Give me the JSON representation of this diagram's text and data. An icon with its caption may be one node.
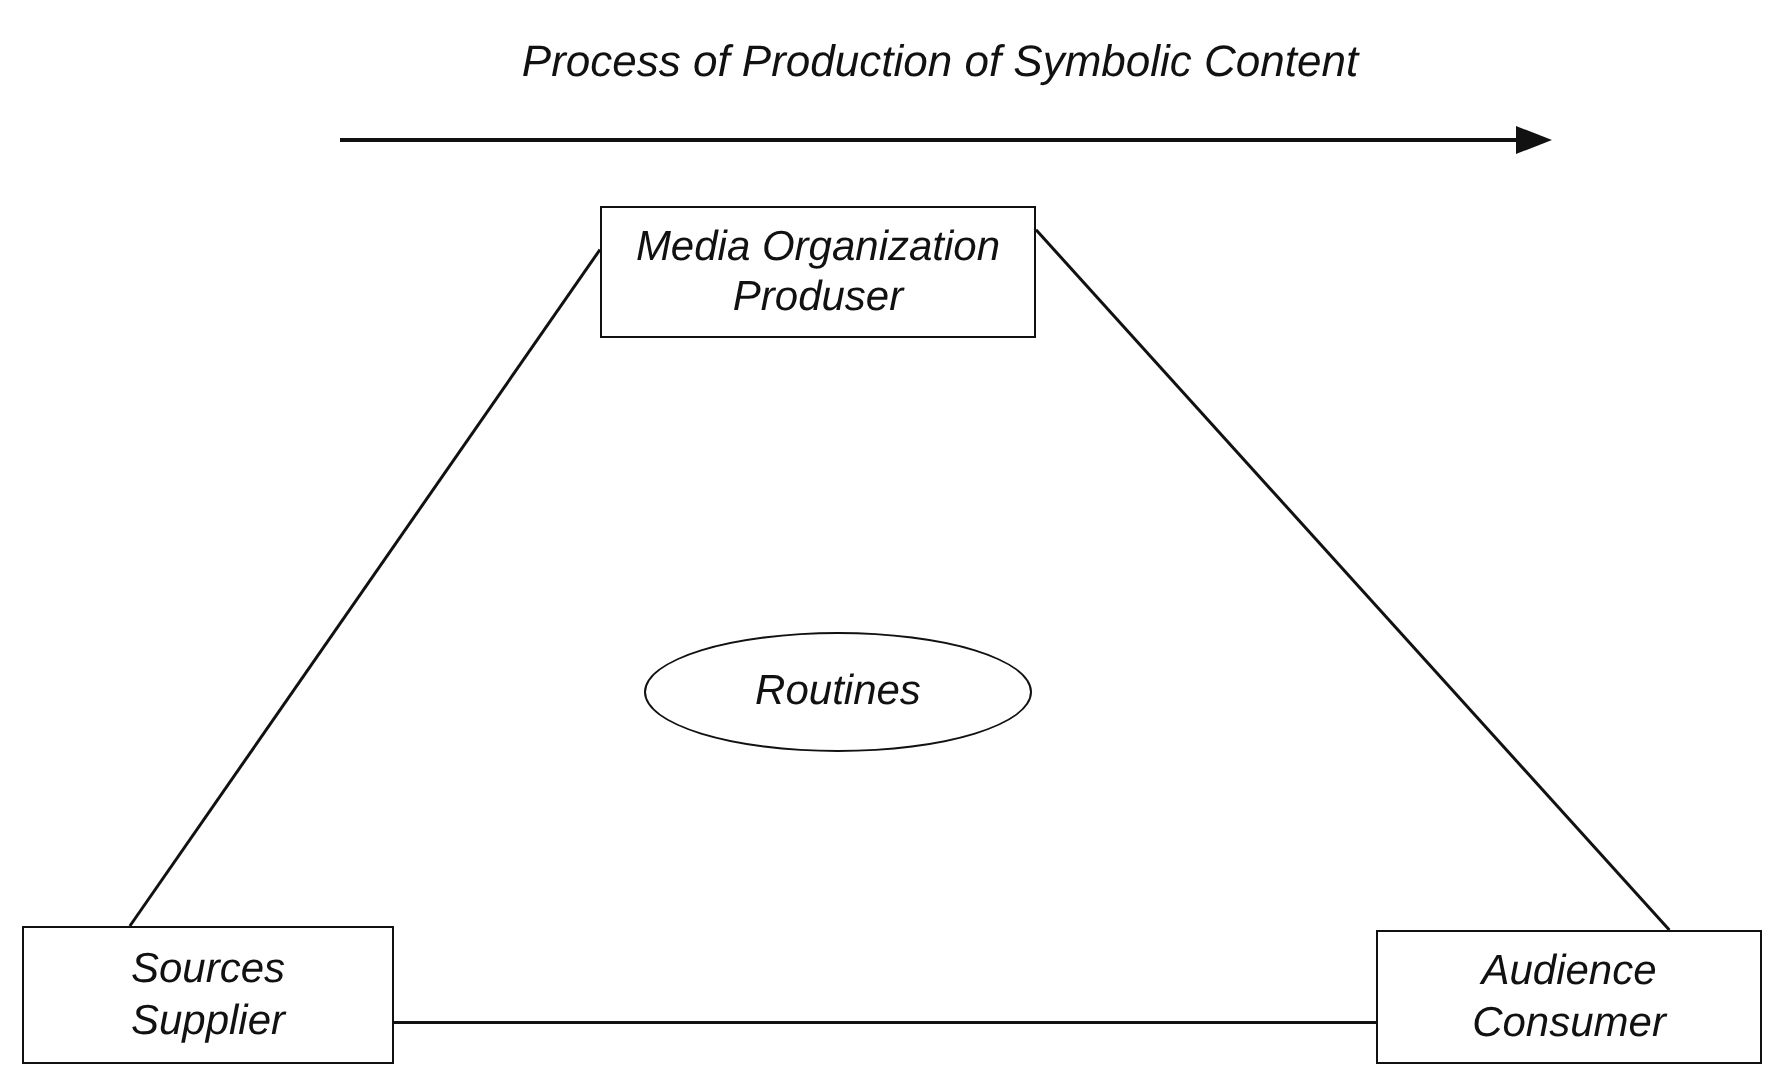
{
  "diagram": {
    "title": "Process of Production of Symbolic Content",
    "nodes": [
      {
        "text": [
          "Media Organization Produser"
        ]
      },
      {
        "text": [
          "Routines"
        ]
      },
      {
        "text": [
          "Sources Supplier"
        ]
      },
      {
        "text": [
          "Audience Consumer"
        ]
      }
    ],
    "edges": [
      {
        "from": 0,
        "to": 2,
        "arrow": "none"
      },
      {
        "from": 0,
        "to": 3,
        "arrow": "none"
      },
      {
        "from": 2,
        "to": 3,
        "arrow": "none"
      }
    ]
  }
}
